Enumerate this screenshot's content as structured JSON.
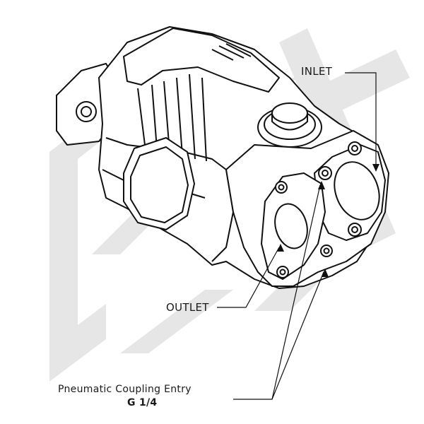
{
  "labels": {
    "inlet": "INLET",
    "outlet": "OUTLET",
    "coupling": "Pneumatic Coupling Entry",
    "coupling_spec": "G 1/4"
  },
  "colors": {
    "line": "#111111",
    "body_fill": "#ffffff",
    "watermark": "#e6e6e6"
  },
  "watermark": {
    "description": "large light-gray angular logo mark behind the drawing"
  }
}
